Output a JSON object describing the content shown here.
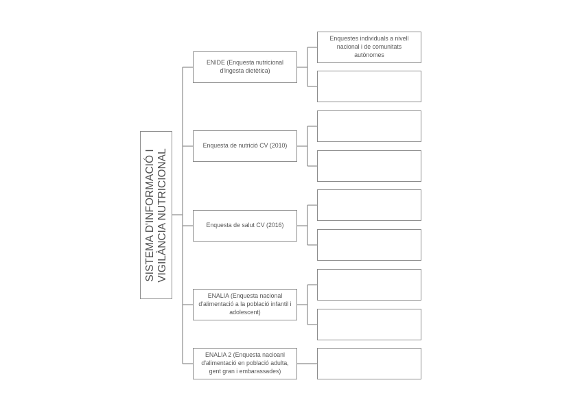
{
  "root": {
    "line1": "SISTEMA D'INFORMACIÓ I",
    "line2": "VIGILÀNCIA NUTRICIONAL"
  },
  "surveys": [
    {
      "label": "ENIDE (Enquesta nutricional d'ingesta dietètica)",
      "children": [
        "Enquestes individuals a nivell nacional i de comunitats autònomes",
        ""
      ]
    },
    {
      "label": "Enquesta de nutrició CV (2010)",
      "children": [
        "",
        ""
      ]
    },
    {
      "label": "Enquesta de salut CV (2016)",
      "children": [
        "",
        ""
      ]
    },
    {
      "label": "ENALIA (Enquesta nacional d'alimentació a la població infantil i adolescent)",
      "children": [
        "",
        ""
      ]
    },
    {
      "label": "ENALIA 2 (Enquesta nacioanl d'alimentació en població adulta, gent gran i embarassades)",
      "children": [
        ""
      ]
    }
  ]
}
